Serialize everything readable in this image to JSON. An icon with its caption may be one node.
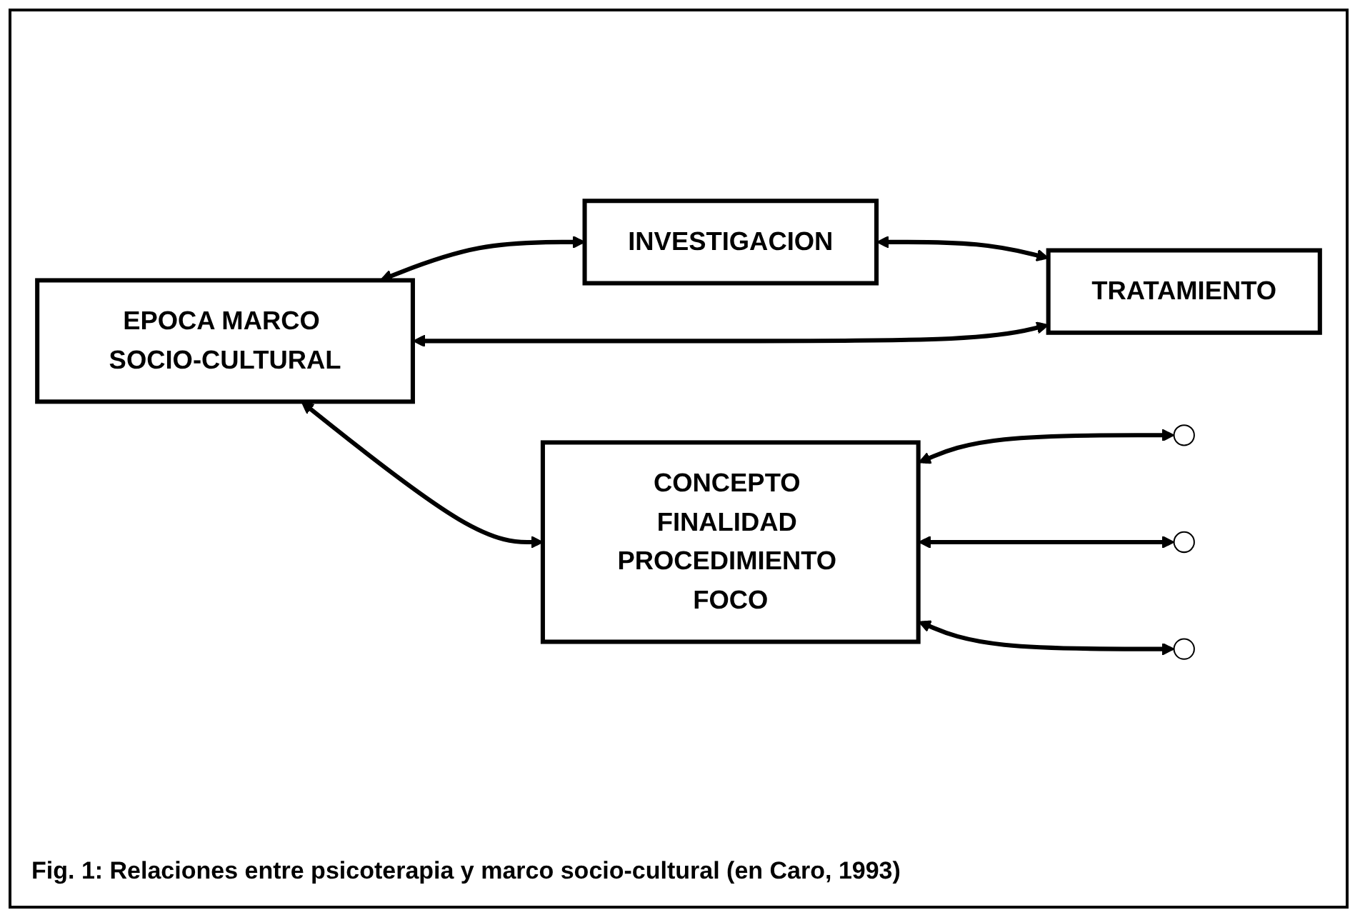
{
  "diagram": {
    "caption": "Fig. 1: Relaciones entre psicoterapia y marco socio-cultural (en Caro, 1993)",
    "nodes": [
      {
        "text": [
          "INVESTIGACION"
        ]
      },
      {
        "text": [
          "EPOCA MARCO SOCIO-CULTURAL"
        ]
      },
      {
        "text": [
          "CONCEPTO FINALIDAD PROCEDIMIENTO FOCO"
        ]
      },
      {
        "text": [
          "TRATAMIENTO"
        ]
      }
    ],
    "edges": [
      {
        "from": 1,
        "to": 0,
        "arrow": "both"
      },
      {
        "from": 2,
        "to": null,
        "arrow": "both"
      },
      {
        "from": 1,
        "to": 2,
        "arrow": "both"
      },
      {
        "from": 2,
        "to": null,
        "arrow": "both"
      },
      {
        "from": 0,
        "to": 3,
        "arrow": "both"
      },
      {
        "from": 2,
        "to": null,
        "arrow": "both"
      },
      {
        "from": 1,
        "to": 3,
        "arrow": "both"
      }
    ]
  }
}
